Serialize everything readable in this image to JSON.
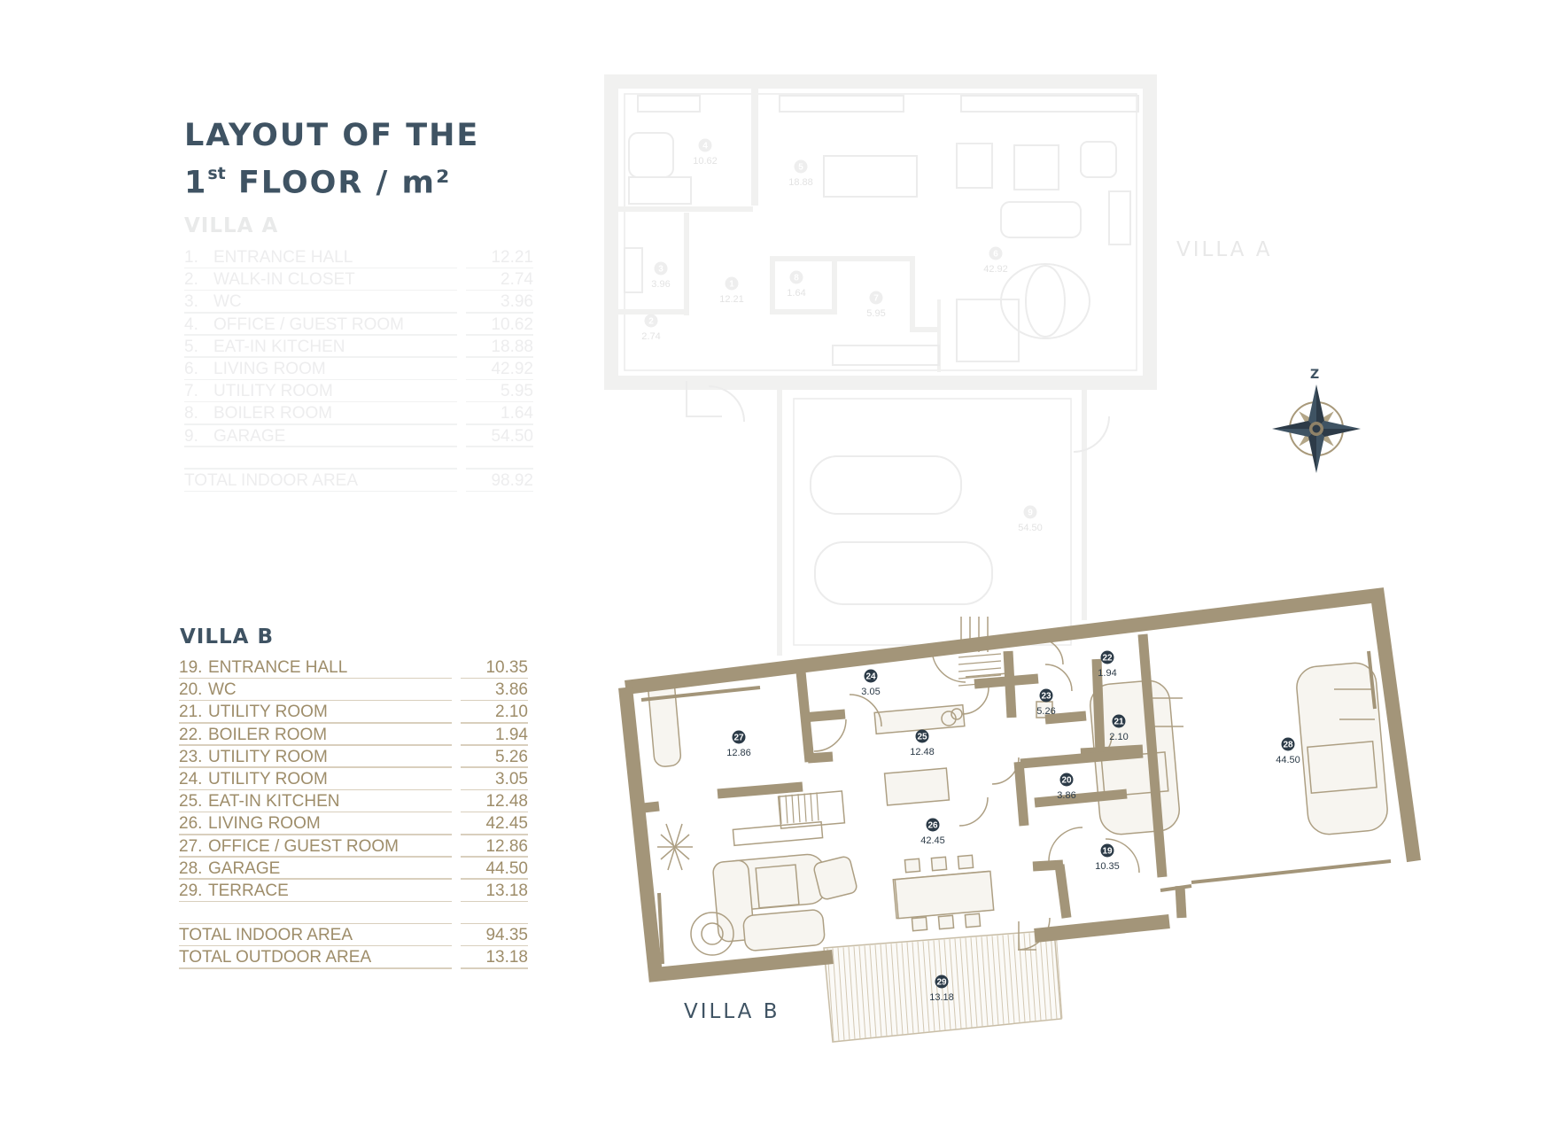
{
  "title": {
    "line1": "LAYOUT OF THE",
    "line2_num": "1",
    "line2_sup": "st",
    "line2_rest": " FLOOR / m²"
  },
  "villa_a": {
    "heading": "VILLA A",
    "plan_label": "VILLA  A",
    "rooms": [
      {
        "num": "1.",
        "name": "ENTRANCE HALL",
        "area": "12.21"
      },
      {
        "num": "2.",
        "name": "WALK-IN CLOSET",
        "area": "2.74"
      },
      {
        "num": "3.",
        "name": "WC",
        "area": "3.96"
      },
      {
        "num": "4.",
        "name": "OFFICE / GUEST ROOM",
        "area": "10.62"
      },
      {
        "num": "5.",
        "name": "EAT-IN KITCHEN",
        "area": "18.88"
      },
      {
        "num": "6.",
        "name": "LIVING ROOM",
        "area": "42.92"
      },
      {
        "num": "7.",
        "name": "UTILITY ROOM",
        "area": "5.95"
      },
      {
        "num": "8.",
        "name": "BOILER ROOM",
        "area": "1.64"
      },
      {
        "num": "9.",
        "name": "GARAGE",
        "area": "54.50"
      }
    ],
    "total_label": "TOTAL INDOOR AREA",
    "total_value": "98.92"
  },
  "villa_b": {
    "heading": "VILLA B",
    "plan_label": "VILLA  B",
    "rooms": [
      {
        "num": "19.",
        "name": "ENTRANCE HALL",
        "area": "10.35"
      },
      {
        "num": "20.",
        "name": "WC",
        "area": "3.86"
      },
      {
        "num": "21.",
        "name": "UTILITY ROOM",
        "area": "2.10"
      },
      {
        "num": "22.",
        "name": "BOILER ROOM",
        "area": "1.94"
      },
      {
        "num": "23.",
        "name": "UTILITY ROOM",
        "area": "5.26"
      },
      {
        "num": "24.",
        "name": "UTILITY ROOM",
        "area": "3.05"
      },
      {
        "num": "25.",
        "name": "EAT-IN KITCHEN",
        "area": "12.48"
      },
      {
        "num": "26.",
        "name": "LIVING ROOM",
        "area": "42.45"
      },
      {
        "num": "27.",
        "name": "OFFICE / GUEST ROOM",
        "area": "12.86"
      },
      {
        "num": "28.",
        "name": "GARAGE",
        "area": "44.50"
      },
      {
        "num": "29.",
        "name": "TERRACE",
        "area": "13.18"
      }
    ],
    "total_indoor_label": "TOTAL INDOOR AREA",
    "total_indoor_value": "94.35",
    "total_outdoor_label": "TOTAL OUTDOOR AREA",
    "total_outdoor_value": "13.18"
  },
  "plan_a_labels": [
    {
      "num": "4",
      "area": "10.62"
    },
    {
      "num": "5",
      "area": "18.88"
    },
    {
      "num": "6",
      "area": "42.92"
    },
    {
      "num": "3",
      "area": "3.96"
    },
    {
      "num": "1",
      "area": "12.21"
    },
    {
      "num": "8",
      "area": "1.64"
    },
    {
      "num": "7",
      "area": "5.95"
    },
    {
      "num": "2",
      "area": "2.74"
    },
    {
      "num": "9",
      "area": "54.50"
    }
  ],
  "plan_b_labels": [
    {
      "num": "24",
      "area": "3.05"
    },
    {
      "num": "22",
      "area": "1.94"
    },
    {
      "num": "23",
      "area": "5.26"
    },
    {
      "num": "21",
      "area": "2.10"
    },
    {
      "num": "27",
      "area": "12.86"
    },
    {
      "num": "25",
      "area": "12.48"
    },
    {
      "num": "20",
      "area": "3.86"
    },
    {
      "num": "28",
      "area": "44.50"
    },
    {
      "num": "26",
      "area": "42.45"
    },
    {
      "num": "19",
      "area": "10.35"
    },
    {
      "num": "29",
      "area": "13.18"
    }
  ],
  "compass": {
    "north_label": "Z"
  },
  "colors": {
    "title": "#3f5363",
    "villa_a_faded": "#ebecec",
    "wall": "#ad9f83",
    "text_gold": "#9e8d6a",
    "badge": "#2b3a47"
  }
}
